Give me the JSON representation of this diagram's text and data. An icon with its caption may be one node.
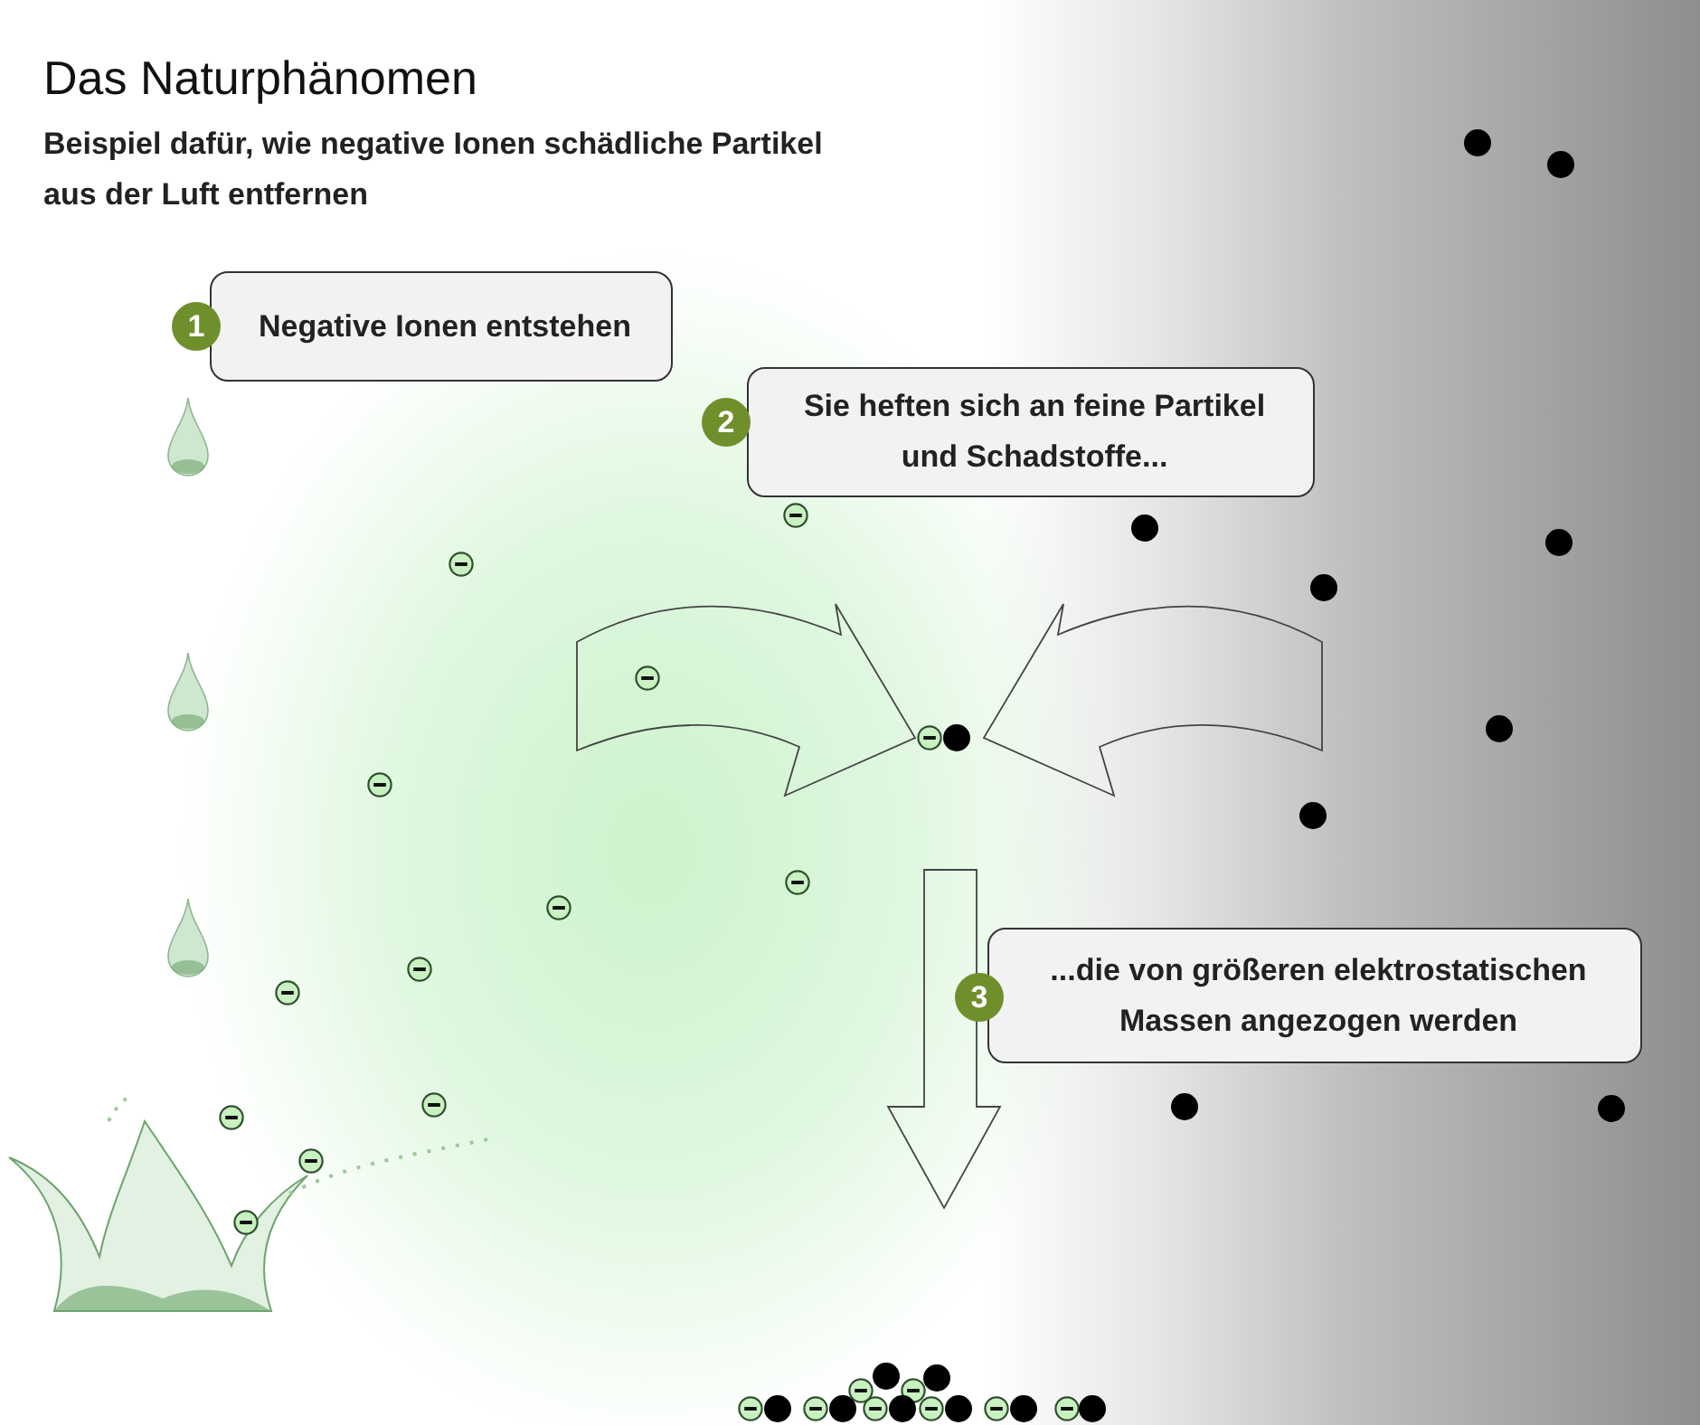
{
  "diagram": {
    "title": "Das Naturphänomen",
    "nodes": [
      {
        "text": [
          "Negative Ionen entstehen"
        ]
      },
      {
        "text": [
          "Sie heften sich an feine Partikel und Schadstoffe..."
        ]
      },
      {
        "text": [
          "...die von größeren elektrostatischen Massen angezogen werden"
        ]
      }
    ],
    "labels": [
      "Beispiel dafür, wie negative Ionen schädliche Partikel aus der Luft entfernen",
      "1",
      "2",
      "3"
    ]
  }
}
